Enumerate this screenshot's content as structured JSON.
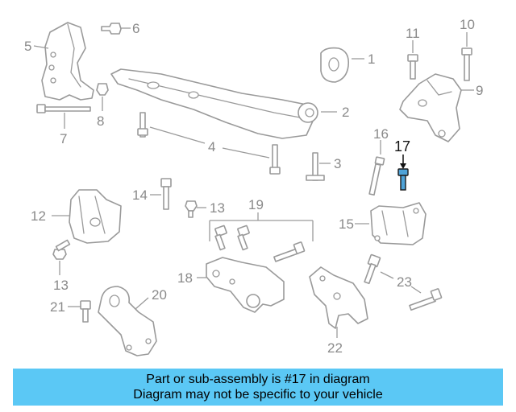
{
  "diagram": {
    "callouts": {
      "c1": "1",
      "c2": "2",
      "c3": "3",
      "c4": "4",
      "c5": "5",
      "c6": "6",
      "c7": "7",
      "c8": "8",
      "c9": "9",
      "c10": "10",
      "c11": "11",
      "c12": "12",
      "c13a": "13",
      "c13b": "13",
      "c14": "14",
      "c15": "15",
      "c16": "16",
      "c17": "17",
      "c18": "18",
      "c19": "19",
      "c20": "20",
      "c21": "21",
      "c22": "22",
      "c23": "23"
    },
    "highlighted_part": "17",
    "highlight_color": "#4fa3d8",
    "line_color": "#9a9a9a"
  },
  "banner": {
    "line1": "Part or sub-assembly is #17 in diagram",
    "line2": "Diagram may not be specific to your vehicle",
    "background": "#5bc8f5"
  }
}
